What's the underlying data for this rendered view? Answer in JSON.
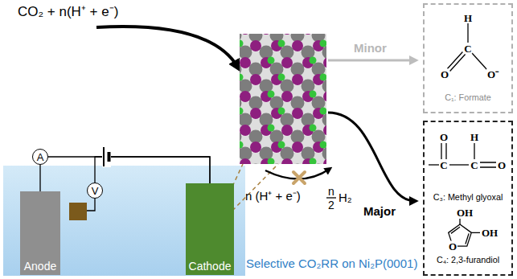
{
  "diagram": {
    "caption": "Selective CO₂RR on Ni₂P(0001)",
    "nodes": [
      {
        "text": [
          "A"
        ]
      },
      {
        "text": [
          "V"
        ]
      },
      {
        "text": [
          "Anode"
        ]
      },
      {
        "text": [
          "Cathode"
        ]
      },
      {
        "text": [
          "C₁: Formate"
        ]
      },
      {
        "text": [
          "C₃: Methyl glyoxal",
          "C₄: 2,3-furandiol"
        ]
      }
    ],
    "edges": [
      {
        "from": 0,
        "to": 2,
        "arrow": "none"
      },
      {
        "from": 0,
        "to": 3,
        "arrow": "none"
      },
      {
        "from": 1,
        "to": 3,
        "arrow": "none"
      }
    ],
    "labels": [
      "CO₂ + n(H⁺ + e⁻)",
      "Minor",
      "Major",
      "n (H⁺ + e⁻)",
      "n",
      "2",
      "H₂",
      "H",
      "C",
      "O",
      "O⁻",
      "O",
      "H",
      "C",
      "C",
      "O",
      "OH",
      "OH",
      "O"
    ]
  }
}
